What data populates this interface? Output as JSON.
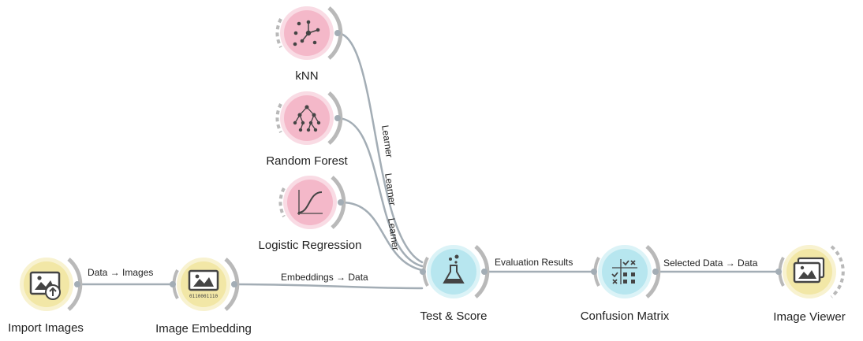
{
  "colors": {
    "link": "#a3adb5",
    "pink_fill": "#f4b8c9",
    "pink_ring": "#f9dbe4",
    "yellow_fill": "#f2e7a6",
    "yellow_ring": "#f8f2d0",
    "cyan_fill": "#b7e6ef",
    "cyan_ring": "#dbf3f7",
    "arc": "#b9b9b9",
    "icon": "#444444"
  },
  "widgets": {
    "knn": {
      "label": "kNN",
      "icon": "knn-icon"
    },
    "random_forest": {
      "label": "Random Forest",
      "icon": "tree-icon"
    },
    "logistic_regression": {
      "label": "Logistic Regression",
      "icon": "sigmoid-icon"
    },
    "import_images": {
      "label": "Import Images",
      "icon": "image-upload-icon"
    },
    "image_embedding": {
      "label": "Image Embedding",
      "icon": "image-binary-icon"
    },
    "test_score": {
      "label": "Test & Score",
      "icon": "flask-icon"
    },
    "confusion_matrix": {
      "label": "Confusion Matrix",
      "icon": "matrix-icon"
    },
    "image_viewer": {
      "label": "Image Viewer",
      "icon": "image-stack-icon"
    }
  },
  "links": {
    "data_images": "Data → Images",
    "embeddings_data": "Embeddings → Data",
    "evaluation_results": "Evaluation Results",
    "selected_data": "Selected Data → Data",
    "learner_knn": "Learner",
    "learner_rf": "Learner",
    "learner_lr": "Learner"
  }
}
